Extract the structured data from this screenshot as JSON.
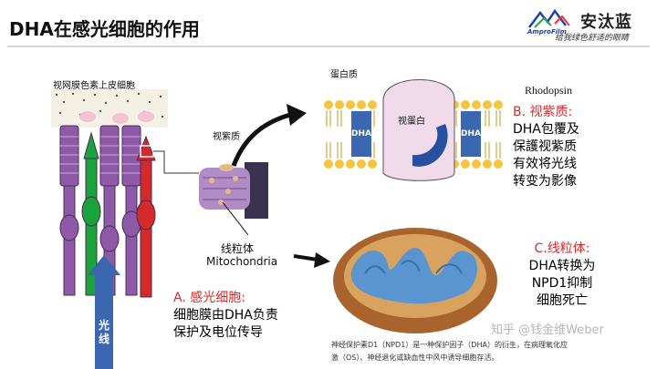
{
  "title": "DHA在感光细胞的作用",
  "logo": {
    "brand": "AmproFilm",
    "name": "安汰蓝",
    "slogan": "给我绿色舒适的眼睛"
  },
  "labels": {
    "rpe": "视网膜色素上皮细胞",
    "rhodopsin_small": "视紫质",
    "mitochondria_cn": "线粒体",
    "mitochondria_en": "Mitochondria",
    "protein": "蛋白质",
    "opsin": "视蛋白",
    "dha": "DHA",
    "rhodopsin_en": "Rhodopsin",
    "light": "光线"
  },
  "blocks": {
    "b_title": "B. 视紫质:",
    "b_lines": [
      "DHA包覆及",
      "保護视紫质",
      "有效将光线",
      "转变为影像"
    ],
    "c_title": "C.线粒体:",
    "c_lines": [
      "DHA转换为",
      "NPD1抑制",
      "细胞死亡"
    ],
    "a_title": "A. 感光细胞:",
    "a_lines": [
      "细胞膜由DHA负责",
      "保护及电位传导"
    ]
  },
  "footnote": [
    "神经保护素D1（NPD1）是一种保护因子（DHA）的衍生，在病理氧化应",
    "激（OS）、神经退化或缺血性中风中诱导细胞存活。"
  ],
  "watermark": "知乎 @钱金维Weber",
  "colors": {
    "red": "#d92b2b",
    "purple": "#8e5aa8",
    "green": "#1aa33a",
    "crimson": "#d42a2a",
    "blue": "#3a67b0",
    "pink": "#f1dbea",
    "mito": "#a8642c"
  }
}
